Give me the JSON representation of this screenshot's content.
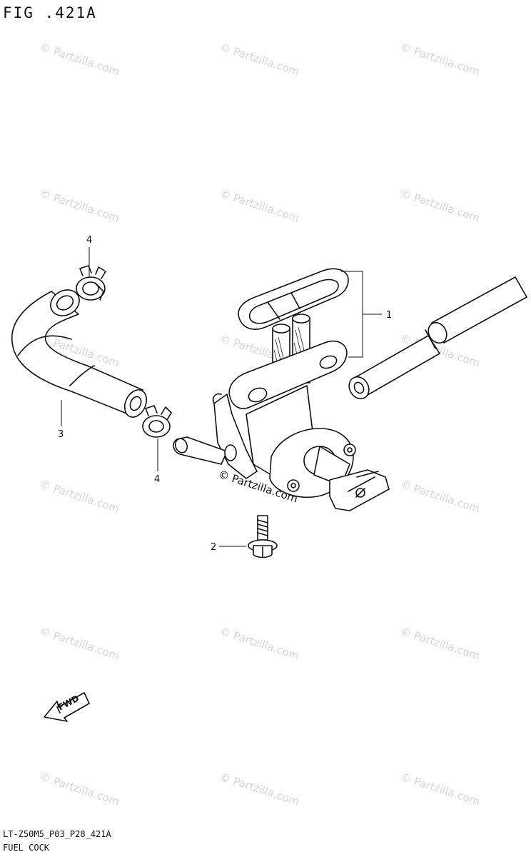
{
  "header": {
    "figure_title": "FIG .421A"
  },
  "footer": {
    "code": "LT-Z50M5_P03_P28_421A",
    "name": "FUEL COCK"
  },
  "watermark": {
    "text": "© Partzilla.com"
  },
  "brand_mark": {
    "text": "© Partzilla.com"
  },
  "callouts": [
    {
      "id": "1",
      "label": "1"
    },
    {
      "id": "2",
      "label": "2"
    },
    {
      "id": "3",
      "label": "3"
    },
    {
      "id": "4a",
      "label": "4"
    },
    {
      "id": "4b",
      "label": "4"
    }
  ],
  "fwd_arrow": {
    "label": "FWD"
  }
}
